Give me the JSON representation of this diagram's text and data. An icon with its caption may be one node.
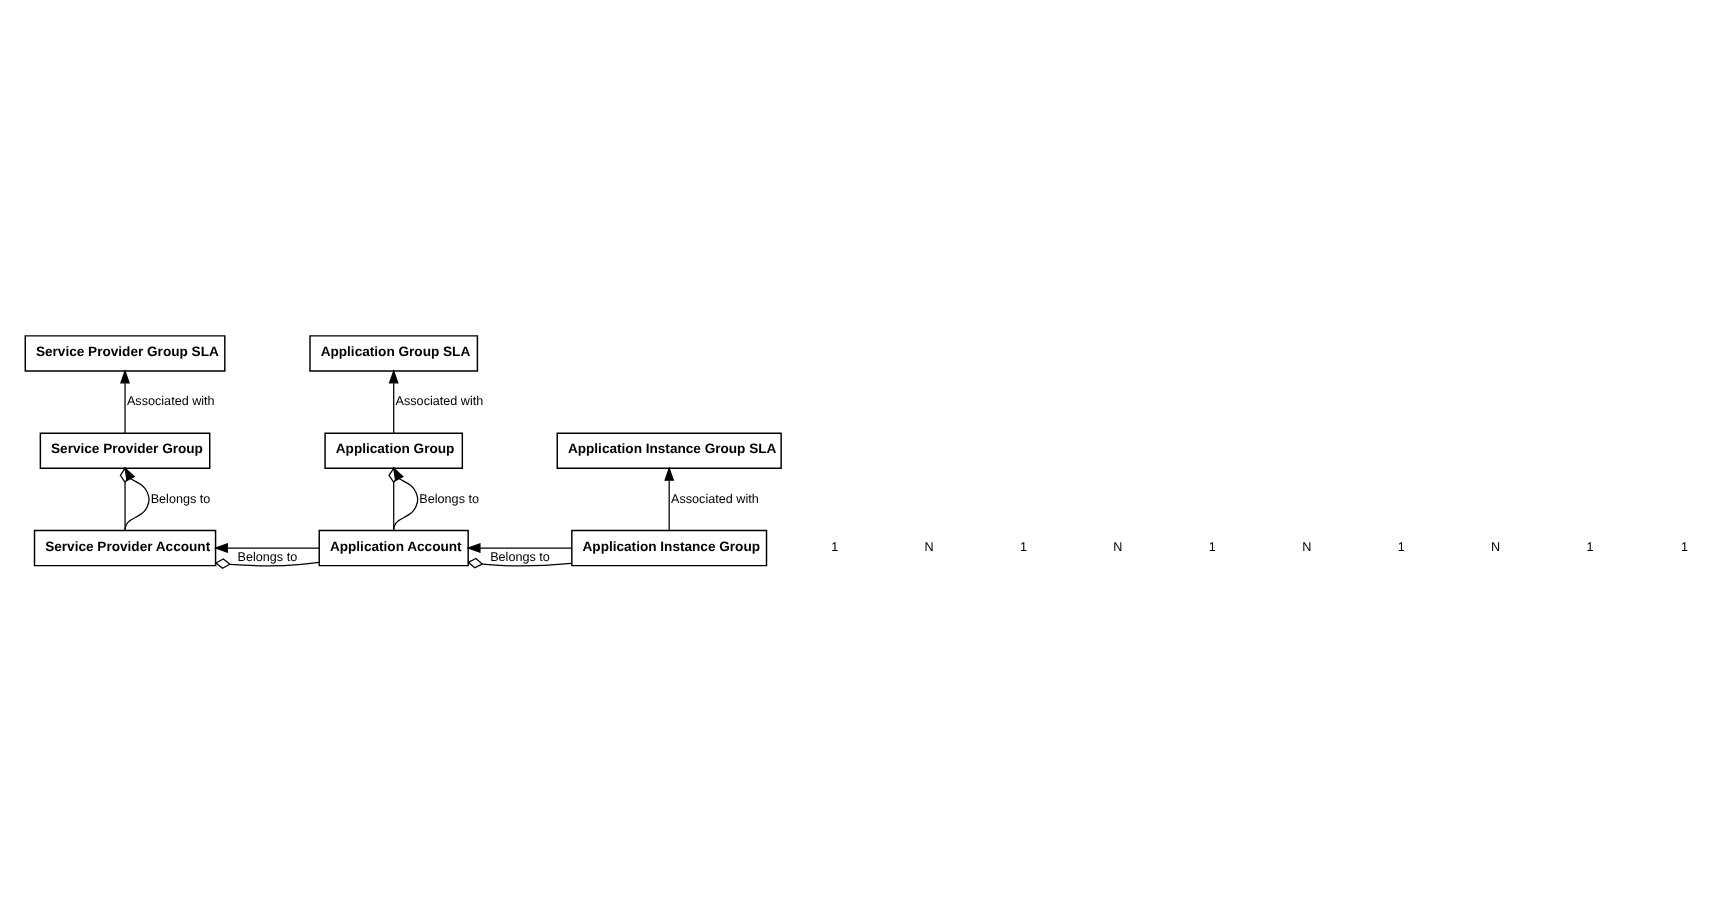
{
  "diagram": {
    "nodes": [
      {
        "text": [
          "Service Provider Group SLA"
        ]
      },
      {
        "text": [
          "Application Group SLA"
        ]
      },
      {
        "text": [
          "Service Provider Group"
        ]
      },
      {
        "text": [
          "Application Group"
        ]
      },
      {
        "text": [
          "Application Instance Group SLA"
        ]
      },
      {
        "text": [
          "Service Provider Account"
        ]
      },
      {
        "text": [
          "Application Account"
        ]
      },
      {
        "text": [
          "Application Instance Group"
        ]
      }
    ],
    "edges": [
      {
        "from": 2,
        "to": 0,
        "arrow": "to",
        "label": "Associated with"
      },
      {
        "from": 3,
        "to": 1,
        "arrow": "to",
        "label": "Associated with"
      },
      {
        "from": 7,
        "to": 4,
        "arrow": "to",
        "label": "Associated with"
      },
      {
        "from": 5,
        "to": 2,
        "arrow": "other"
      },
      {
        "from": 5,
        "to": 2,
        "arrow": "to",
        "label": "Belongs to"
      },
      {
        "from": 6,
        "to": 3,
        "arrow": "other"
      },
      {
        "from": 6,
        "to": 3,
        "arrow": "to",
        "label": "Belongs to"
      },
      {
        "from": 6,
        "to": 5,
        "arrow": "other"
      },
      {
        "from": 6,
        "to": 5,
        "arrow": "to",
        "label": "Belongs to"
      },
      {
        "from": 7,
        "to": 6,
        "arrow": "other"
      },
      {
        "from": 7,
        "to": 6,
        "arrow": "to",
        "label": "Belongs to"
      }
    ],
    "labels": [
      "1",
      "N",
      "1",
      "N",
      "1",
      "N",
      "1",
      "N",
      "1",
      "1"
    ]
  }
}
